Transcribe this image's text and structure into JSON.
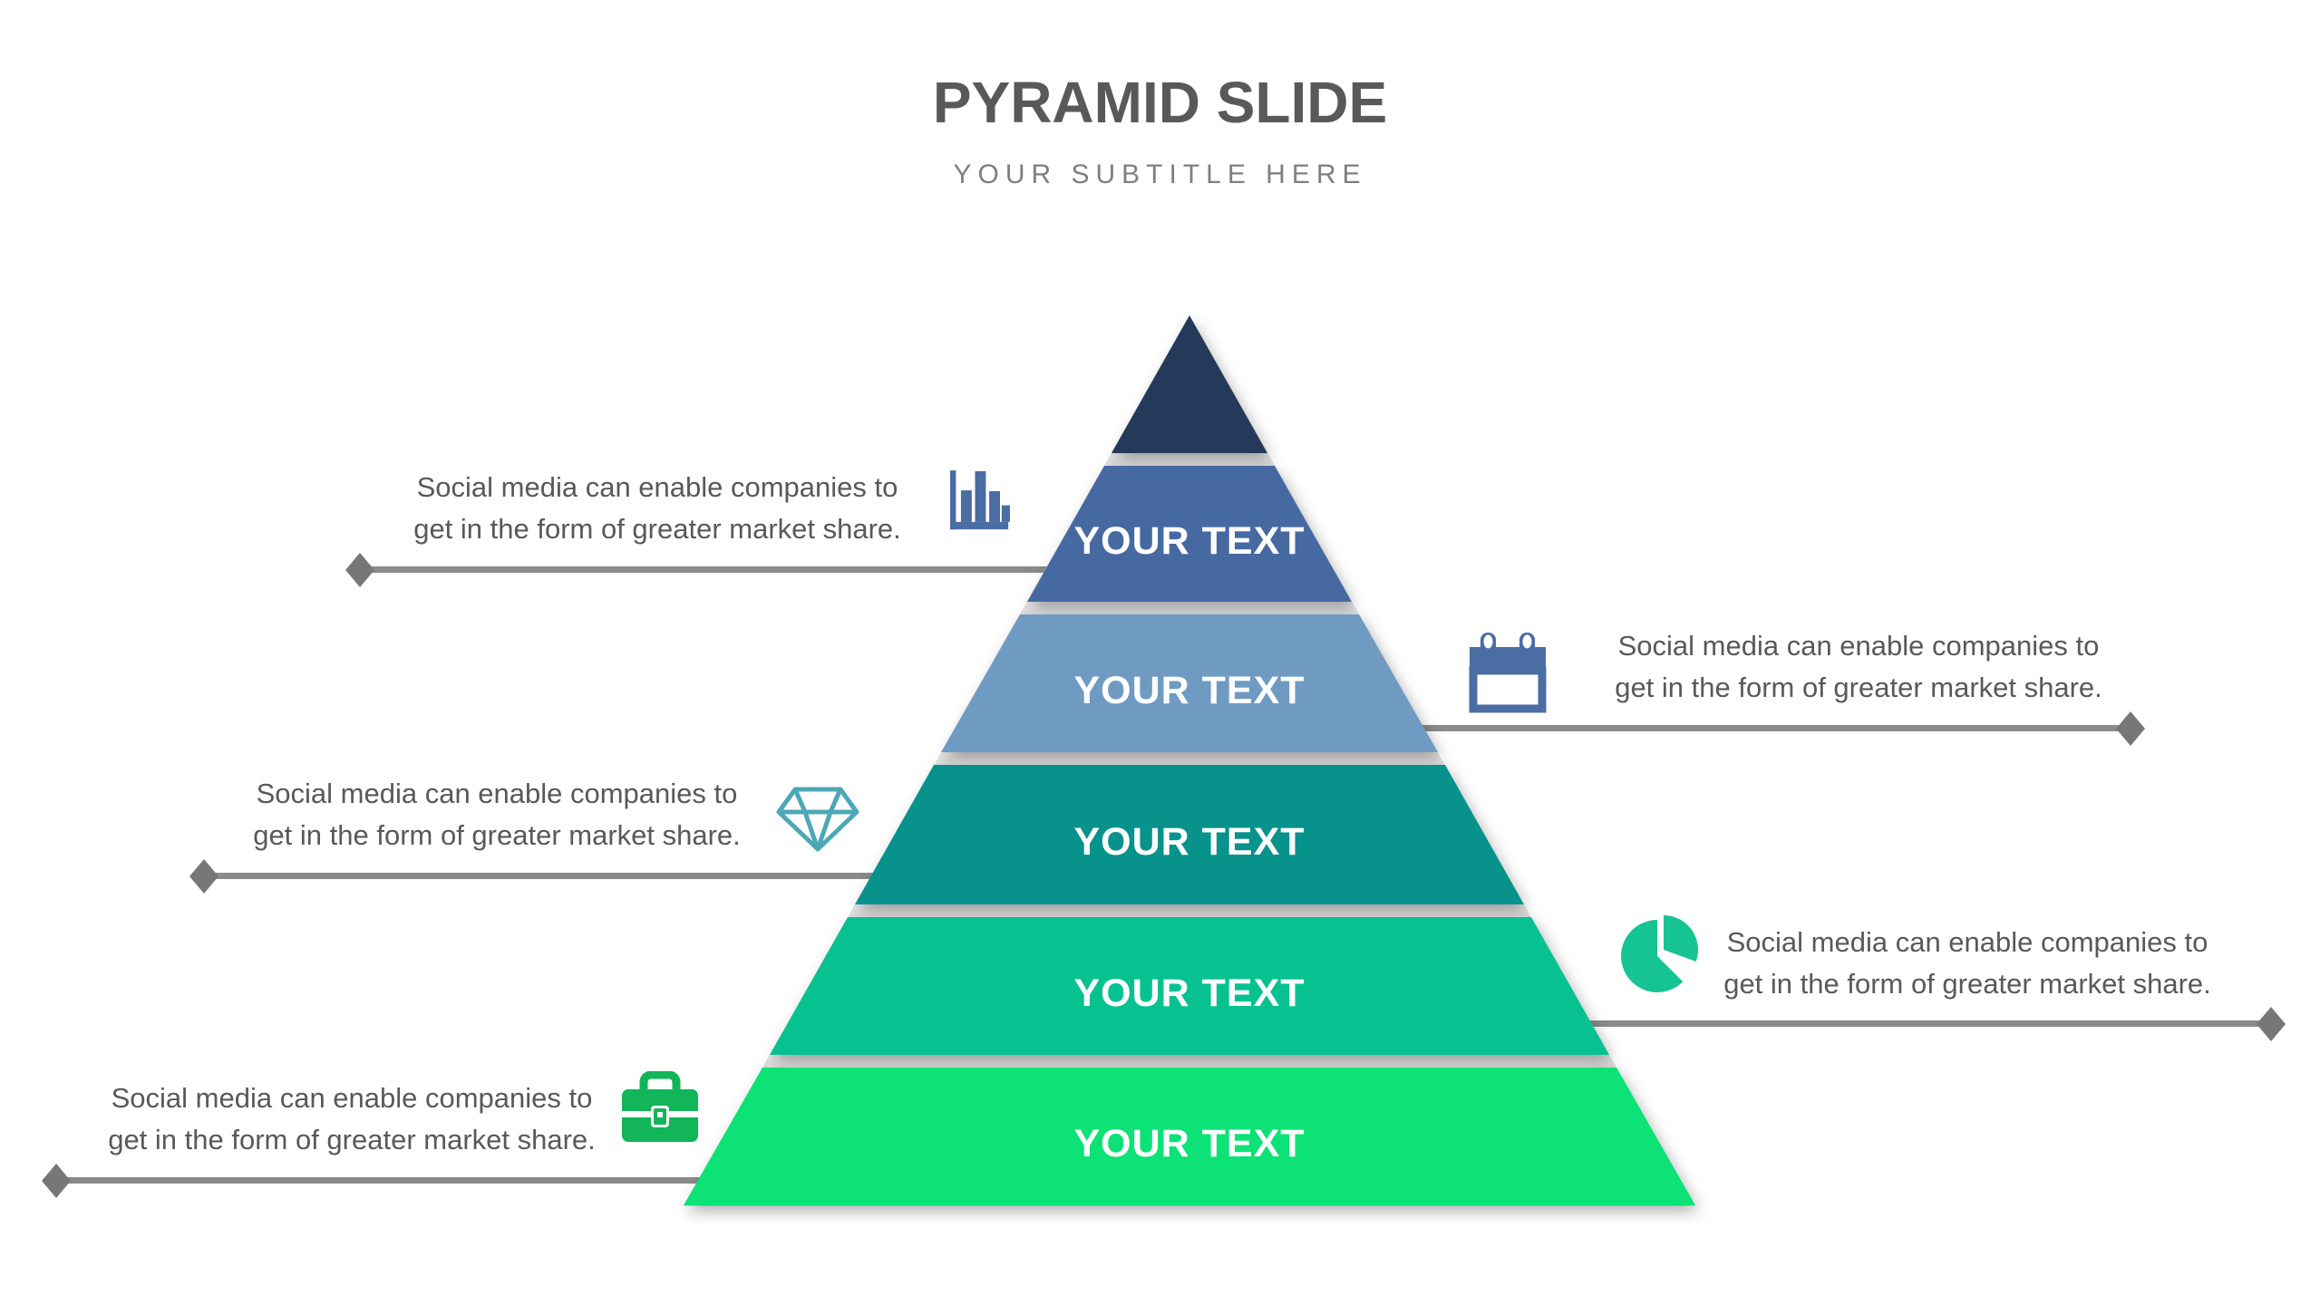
{
  "slide": {
    "title": "PYRAMID SLIDE",
    "subtitle": "YOUR SUBTITLE HERE",
    "background_color": "#FFFFFF",
    "title_color": "#595959",
    "subtitle_color": "#7F7F7F"
  },
  "pyramid": {
    "silhouette_color": "#E1E1E1",
    "label_color": "#FFFFFF",
    "levels": [
      {
        "name": "level-1",
        "label": "",
        "color": "#25395B"
      },
      {
        "name": "level-2",
        "label": "YOUR TEXT",
        "color": "#4769A2"
      },
      {
        "name": "level-3",
        "label": "YOUR TEXT",
        "color": "#6F9BC3"
      },
      {
        "name": "level-4",
        "label": "YOUR TEXT",
        "color": "#07928C"
      },
      {
        "name": "level-5",
        "label": "YOUR TEXT",
        "color": "#08C191"
      },
      {
        "name": "level-6",
        "label": "YOUR TEXT",
        "color": "#0CE276"
      }
    ]
  },
  "callouts": [
    {
      "side": "left",
      "icon": "bar-chart-icon",
      "icon_color": "#4A6DA4",
      "text_line1": "Social media can enable companies to",
      "text_line2": "get in the form of greater market share."
    },
    {
      "side": "right",
      "icon": "calendar-icon",
      "icon_color": "#4A6DA4",
      "text_line1": "Social media can enable companies to",
      "text_line2": "get in the form of greater market share."
    },
    {
      "side": "left",
      "icon": "diamond-gem-icon",
      "icon_color": "#4CA8B6",
      "text_line1": "Social media can enable companies to",
      "text_line2": "get in the form of greater market share."
    },
    {
      "side": "right",
      "icon": "pie-chart-icon",
      "icon_color": "#16C493",
      "text_line1": "Social media can enable companies to",
      "text_line2": "get in the form of greater market share."
    },
    {
      "side": "left",
      "icon": "briefcase-icon",
      "icon_color": "#12B558",
      "text_line1": "Social media can enable companies to",
      "text_line2": "get in the form of greater market share."
    }
  ],
  "connector": {
    "line_color": "#8A8A8A",
    "endpoint_color": "#777777",
    "callout_text_color": "#595959"
  }
}
